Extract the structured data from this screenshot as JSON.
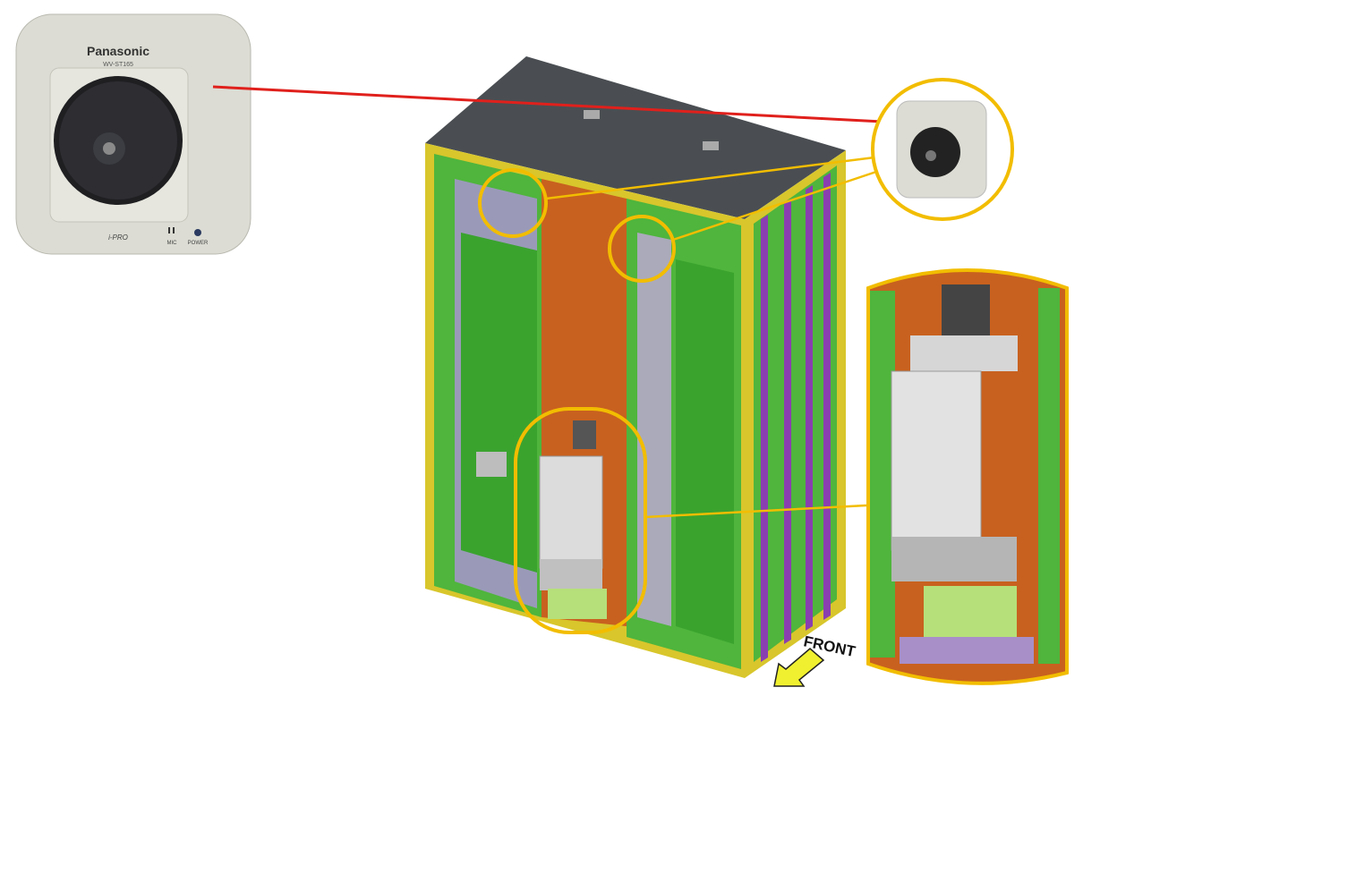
{
  "camera": {
    "brand": "Panasonic",
    "model": "WV-ST165",
    "logo": "i-PRO",
    "mic_label": "MIC",
    "power_label": "POWER"
  },
  "diagram": {
    "direction_label": "FRONT"
  },
  "colors": {
    "callout": "#f2bd00",
    "leader_red": "#e0201c",
    "cabinet_top": "#4a4e52",
    "panel_green": "#4fb53c",
    "panel_orange": "#c8611f",
    "frame_yellow": "#d8c62c",
    "rail_purple": "#8a3fb0",
    "arrow_yellow": "#f0f030"
  }
}
